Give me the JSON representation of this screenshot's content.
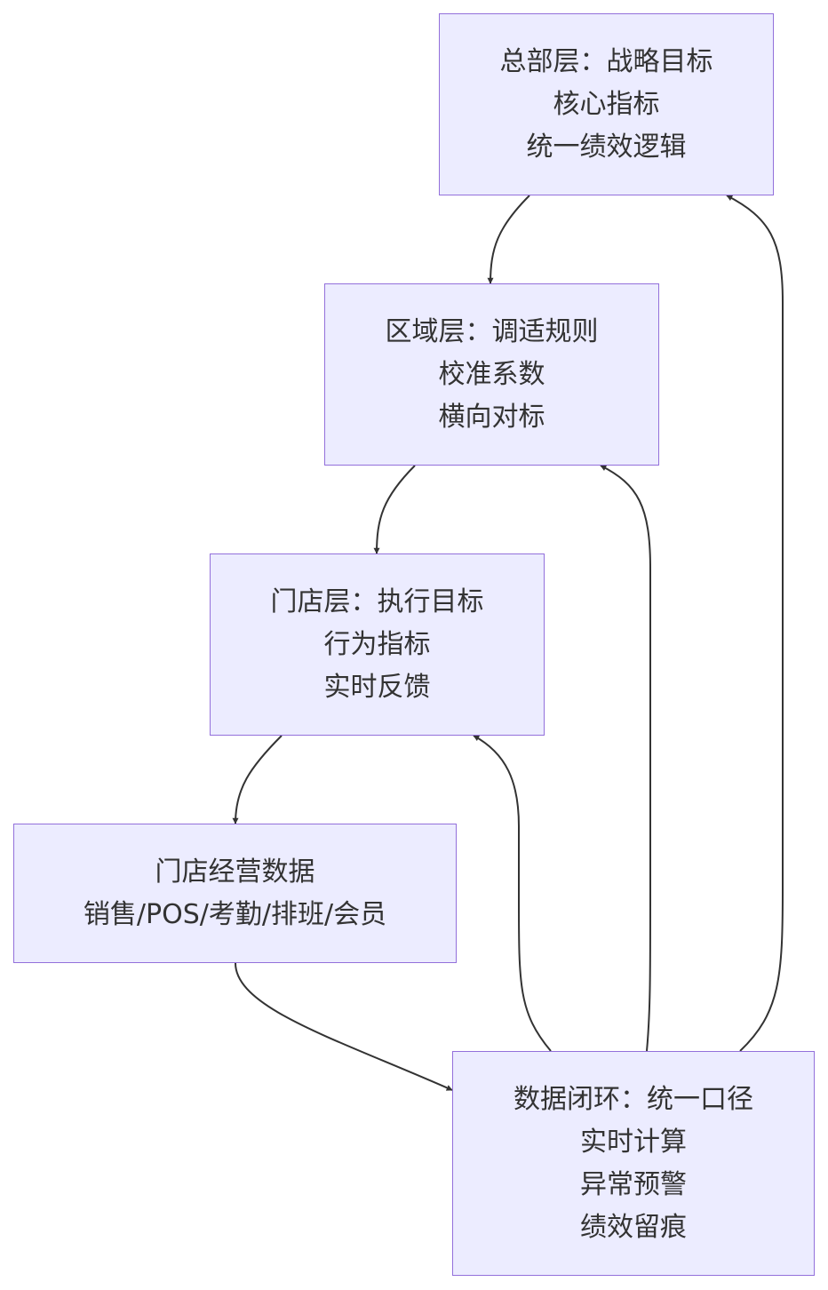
{
  "colors": {
    "node_fill": "#ececff",
    "node_border": "#9370db",
    "edge": "#333333",
    "text": "#333333"
  },
  "nodes": {
    "hq": {
      "lines": [
        "总部层：战略目标",
        "核心指标",
        "统一绩效逻辑"
      ]
    },
    "region": {
      "lines": [
        "区域层：调适规则",
        "校准系数",
        "横向对标"
      ]
    },
    "store": {
      "lines": [
        "门店层：执行目标",
        "行为指标",
        "实时反馈"
      ]
    },
    "data": {
      "lines": [
        "门店经营数据",
        "销售/POS/考勤/排班/会员"
      ]
    },
    "loop": {
      "lines": [
        "数据闭环：统一口径",
        "实时计算",
        "异常预警",
        "绩效留痕"
      ]
    }
  },
  "edges": [
    {
      "from": "hq",
      "to": "region"
    },
    {
      "from": "region",
      "to": "store"
    },
    {
      "from": "store",
      "to": "data"
    },
    {
      "from": "data",
      "to": "loop"
    },
    {
      "from": "loop",
      "to": "store"
    },
    {
      "from": "loop",
      "to": "region"
    },
    {
      "from": "loop",
      "to": "hq"
    }
  ]
}
